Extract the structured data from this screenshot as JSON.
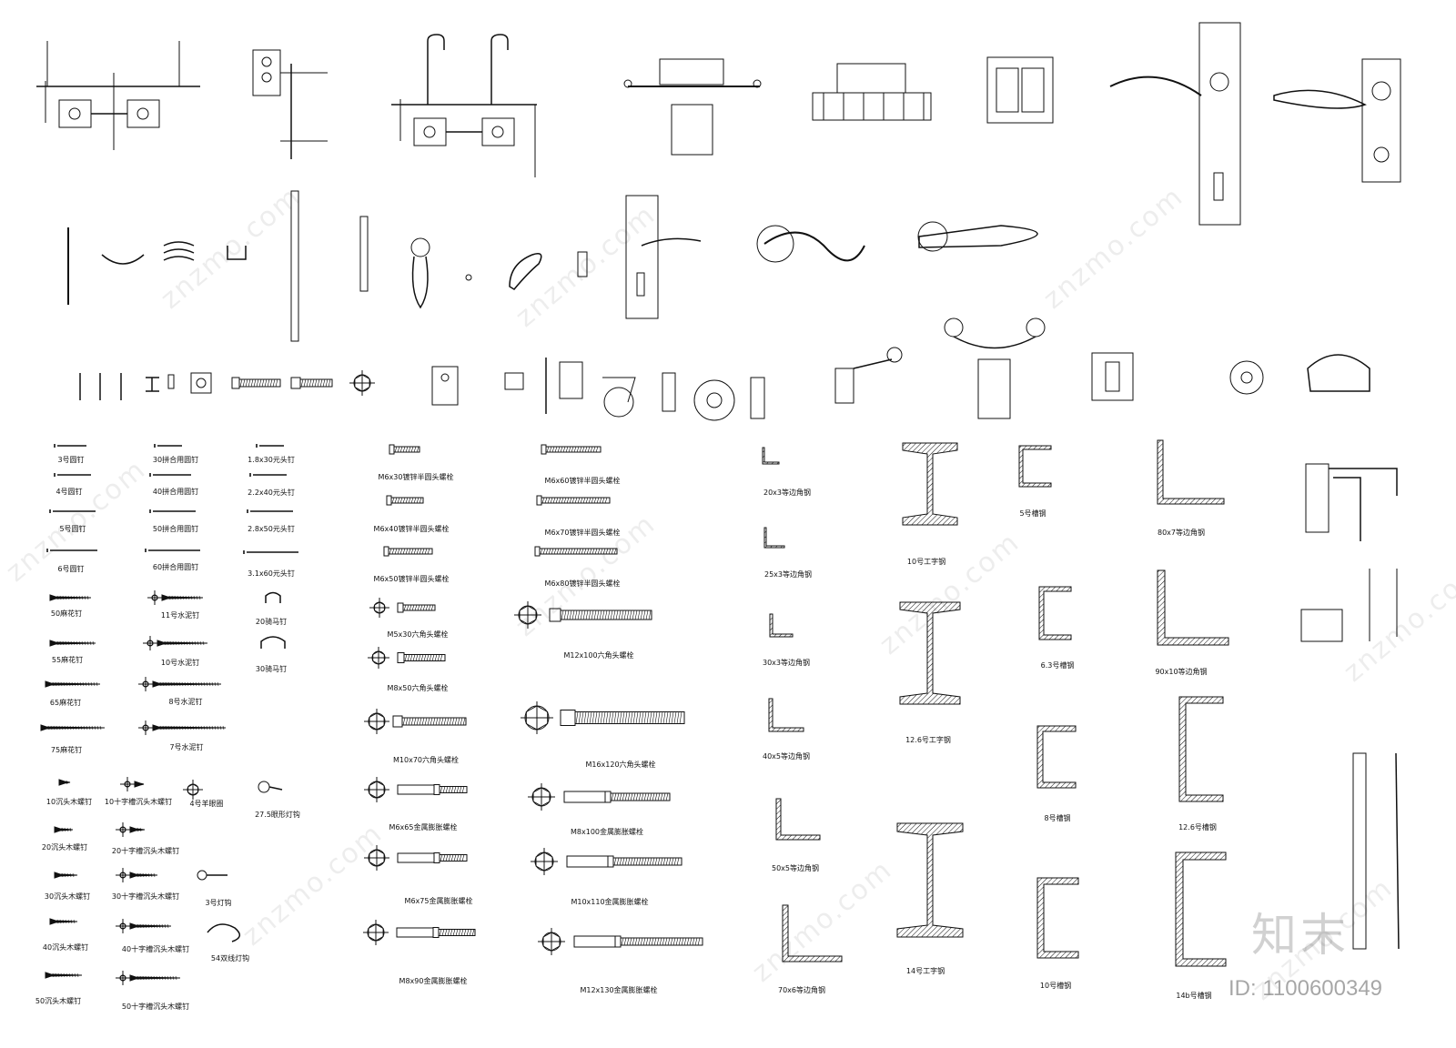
{
  "watermark": {
    "site": "znzmo.com",
    "brand": "知末",
    "id_text": "ID: 1100600349"
  },
  "labels": {
    "nails": [
      "3号圆钉",
      "4号圆钉",
      "5号圆钉",
      "6号圆钉",
      "30拼合用圆钉",
      "40拼合用圆钉",
      "50拼合用圆钉",
      "60拼合用圆钉",
      "1.8x30元头钉",
      "2.2x40元头钉",
      "2.8x50元头钉",
      "3.1x60元头钉"
    ],
    "twisted": [
      "50麻花钉",
      "55麻花钉",
      "65麻花钉",
      "75麻花钉",
      "11号水泥钉",
      "10号水泥钉",
      "8号水泥钉",
      "7号水泥钉",
      "20骑马钉",
      "30骑马钉"
    ],
    "screws": [
      "10沉头木螺钉",
      "10十字槽沉头木螺钉",
      "4号羊眼圈",
      "27.5眼形灯钩",
      "20沉头木螺钉",
      "20十字槽沉头木螺钉",
      "30沉头木螺钉",
      "30十字槽沉头木螺钉",
      "3号灯钩",
      "40沉头木螺钉",
      "40十字槽沉头木螺钉",
      "54双线灯钩",
      "50沉头木螺钉",
      "50十字槽沉头木螺钉"
    ],
    "bolts_a": [
      "M6x30镀锌半圆头螺栓",
      "M6x40镀锌半圆头螺栓",
      "M6x50镀锌半圆头螺栓",
      "M5x30六角头螺栓",
      "M8x50六角头螺栓",
      "M10x70六角头螺栓",
      "M6x65金属膨胀螺栓",
      "M6x75金属膨胀螺栓",
      "M8x90金属膨胀螺栓"
    ],
    "bolts_b": [
      "M6x60镀锌半圆头螺栓",
      "M6x70镀锌半圆头螺栓",
      "M6x80镀锌半圆头螺栓",
      "M12x100六角头螺栓",
      "M16x120六角头螺栓",
      "M8x100金属膨胀螺栓",
      "M10x110金属膨胀螺栓",
      "M12x130金属膨胀螺栓"
    ],
    "angles_small": [
      "20x3等边角钢",
      "25x3等边角钢",
      "30x3等边角钢",
      "40x5等边角钢",
      "50x5等边角钢",
      "70x6等边角钢"
    ],
    "ibeams": [
      "10号工字钢",
      "12.6号工字钢",
      "14号工字钢"
    ],
    "channels_small": [
      "5号槽钢",
      "6.3号槽钢",
      "8号槽钢",
      "10号槽钢"
    ],
    "angles_large": [
      "80x7等边角钢",
      "90x10等边角钢"
    ],
    "channels_large": [
      "12.6号槽钢",
      "14b号槽钢"
    ]
  },
  "colors": {
    "line": "#111111",
    "watermark": "#000000"
  }
}
